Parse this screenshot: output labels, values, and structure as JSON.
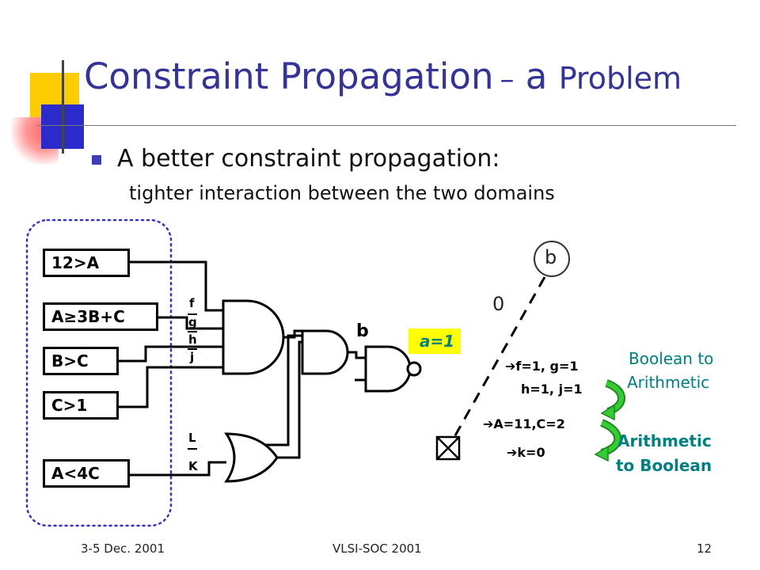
{
  "slide": {
    "title_main": "Constraint Propagation",
    "title_dash": "–",
    "title_a": "a",
    "title_rest": "Problem",
    "bullet": "A better constraint propagation:",
    "sub": "tighter interaction between the two domains"
  },
  "constraints": [
    "12>A",
    "A≥3B+C",
    "B>C",
    "C>1",
    "A<4C"
  ],
  "signals": {
    "f": "f",
    "g": "g",
    "h": "h",
    "j": "j",
    "L": "L",
    "K": "K"
  },
  "circuit": {
    "b_label": "b",
    "a_eq": "a=1",
    "node_b": "b",
    "edge_zero": "0"
  },
  "steps": {
    "s1": "f=1, g=1",
    "s2": "h=1, j=1",
    "s3": "A=11,C=2",
    "s4": "k=0"
  },
  "labels": {
    "bool_to_arith_1": "Boolean to",
    "bool_to_arith_2": "Arithmetic",
    "arith_to_bool_1": "Arithmetic",
    "arith_to_bool_2": "to Boolean"
  },
  "colors": {
    "title": "#333399",
    "teal": "#008080",
    "green_arrow": "#33cc33",
    "dotted_border": "#3333cc"
  },
  "footer": {
    "left": "3-5 Dec. 2001",
    "center": "VLSI-SOC 2001",
    "page": "12"
  }
}
